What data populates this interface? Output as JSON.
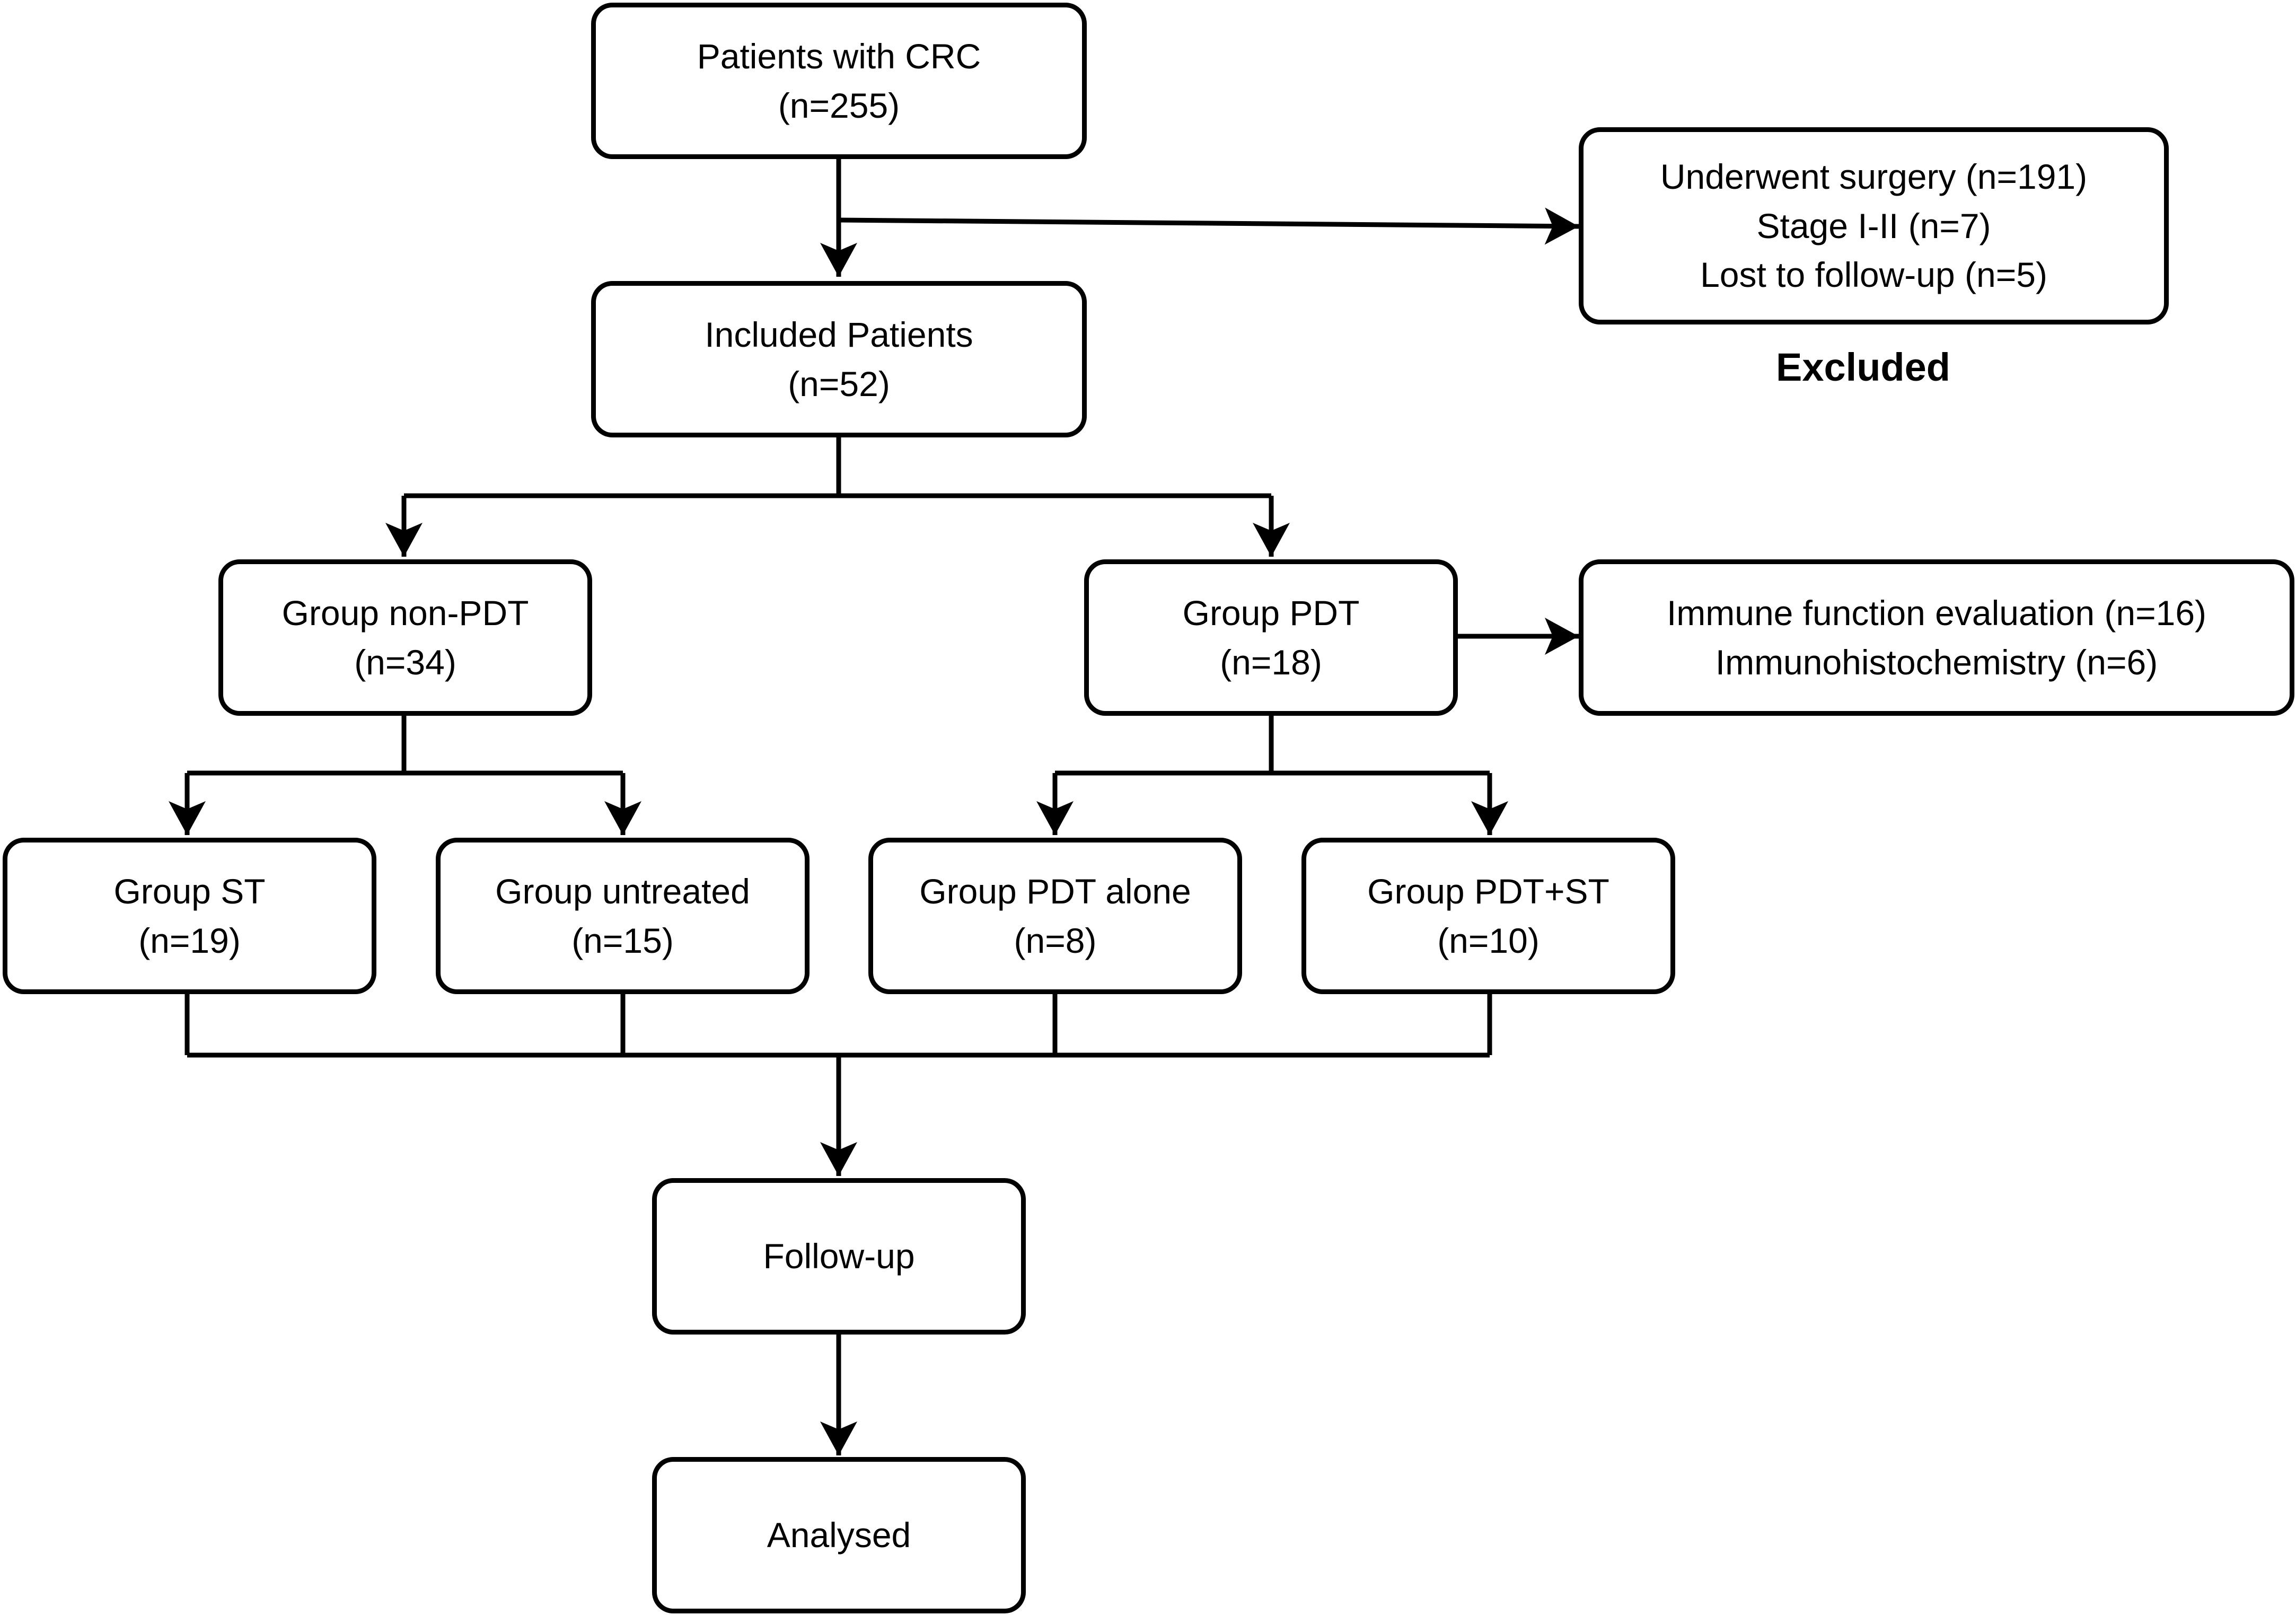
{
  "boxes": {
    "patients_crc": {
      "line1": "Patients with CRC",
      "line2": "(n=255)"
    },
    "excluded_reasons": {
      "line1": "Underwent surgery (n=191)",
      "line2": "Stage I-II (n=7)",
      "line3": "Lost to follow-up (n=5)"
    },
    "included": {
      "line1": "Included Patients",
      "line2": "(n=52)"
    },
    "non_pdt": {
      "line1": "Group non-PDT",
      "line2": "(n=34)"
    },
    "pdt": {
      "line1": "Group PDT",
      "line2": "(n=18)"
    },
    "pdt_evaluation": {
      "line1": "Immune function evaluation (n=16)",
      "line2": "Immunohistochemistry (n=6)"
    },
    "st": {
      "line1": "Group ST",
      "line2": "(n=19)"
    },
    "untreated": {
      "line1": "Group untreated",
      "line2": "(n=15)"
    },
    "pdt_alone": {
      "line1": "Group PDT alone",
      "line2": "(n=8)"
    },
    "pdt_st": {
      "line1": "Group PDT+ST",
      "line2": "(n=10)"
    },
    "followup": {
      "line1": "Follow-up"
    },
    "analysed": {
      "line1": "Analysed"
    }
  },
  "excluded_label": "Excluded"
}
